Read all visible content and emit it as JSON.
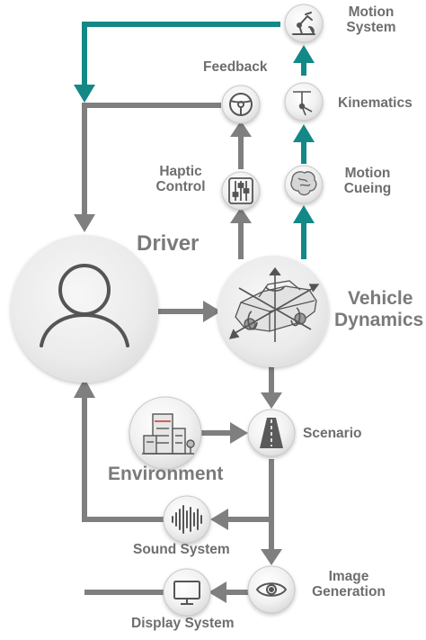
{
  "nodes": {
    "driver": "Driver",
    "vehicle_dynamics_line1": "Vehicle",
    "vehicle_dynamics_line2": "Dynamics",
    "haptic_control_line1": "Haptic",
    "haptic_control_line2": "Control",
    "feedback": "Feedback",
    "motion_cueing_line1": "Motion",
    "motion_cueing_line2": "Cueing",
    "kinematics": "Kinematics",
    "motion_system_line1": "Motion",
    "motion_system_line2": "System",
    "scenario": "Scenario",
    "environment": "Environment",
    "sound_system": "Sound System",
    "image_generation_line1": "Image",
    "image_generation_line2": "Generation",
    "display_system": "Display System"
  },
  "colors": {
    "signal_line": "#7f7f7f",
    "motion_line": "#138887",
    "node_fill": "#ebebeb",
    "node_stroke": "#c8c8c8",
    "icon": "#555555",
    "label": "#6e6e6e"
  }
}
